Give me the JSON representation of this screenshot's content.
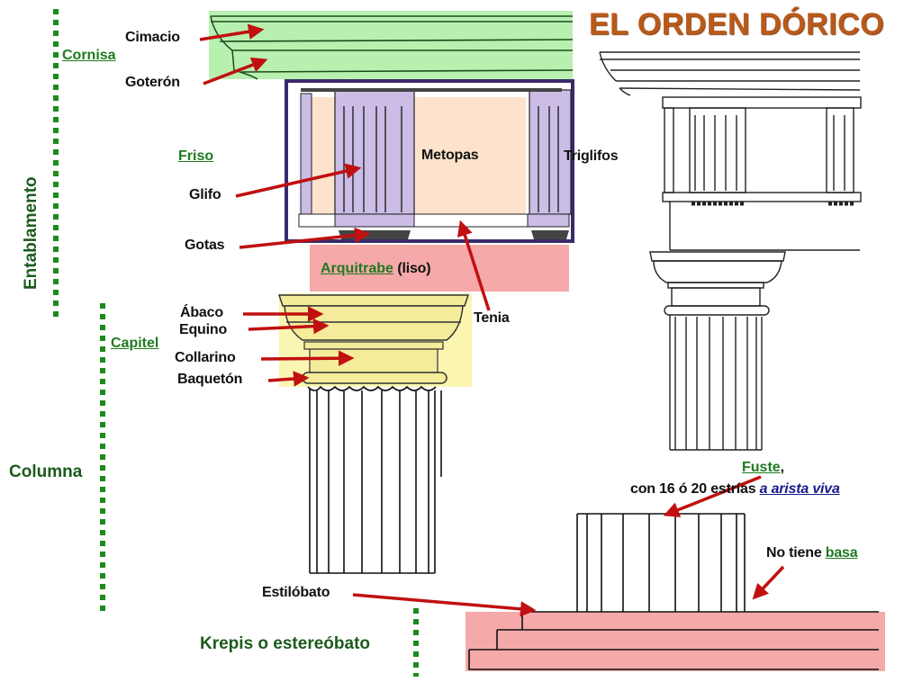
{
  "title": "EL ORDEN DÓRICO",
  "colors": {
    "cornice_fill": "#b8f0b0",
    "frieze_frame": "#3a2a6a",
    "metope_fill": "#fde3cc",
    "triglyph_fill": "#cbbde6",
    "architrave_fill": "#f6a9a9",
    "capital_fill": "#fbf5b2",
    "krepis_fill": "#f6a9a9",
    "arrow": "#c01010",
    "group_green": "#1d7a1d",
    "title": "#b85a1a"
  },
  "groups": {
    "entablamento": "Entablamento",
    "columna": "Columna",
    "krepis": "Krepis o estereóbato"
  },
  "sections": {
    "cornisa": "Cornisa",
    "friso": "Friso",
    "arquitrabe": "Arquitrabe",
    "arquitrabe_note": "(liso)",
    "capitel": "Capitel"
  },
  "parts": {
    "cimacio": "Cimacio",
    "goteron": "Goterón",
    "glifo": "Glifo",
    "gotas": "Gotas",
    "metopas": "Metopas",
    "triglifos": "Triglifos",
    "tenia": "Tenia",
    "abaco": "Ábaco",
    "equino": "Equino",
    "collarino": "Collarino",
    "baqueton": "Baquetón",
    "estilobato": "Estilóbato"
  },
  "fuste": {
    "label": "Fuste",
    "comma": ",",
    "desc": "con 16 ó 20 estrías ",
    "link": "a arista viva"
  },
  "basa": {
    "prefix": "No tiene ",
    "label": "basa"
  }
}
